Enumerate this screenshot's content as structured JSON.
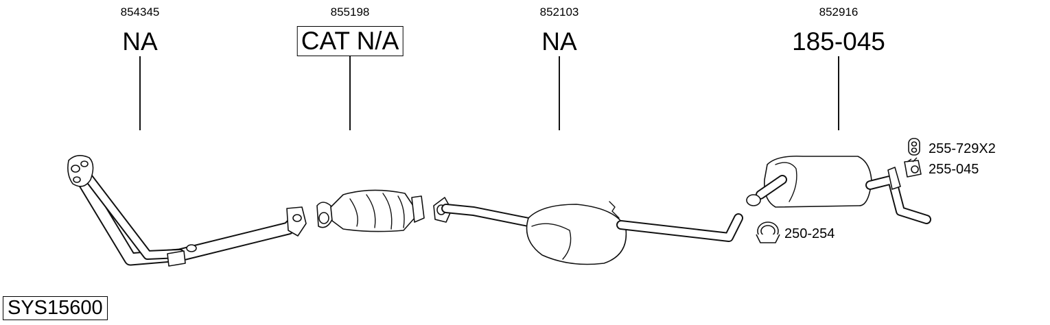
{
  "diagram": {
    "parts": [
      {
        "oe_number": "854345",
        "code": "NA",
        "boxed": false
      },
      {
        "oe_number": "855198",
        "code": "CAT N/A",
        "boxed": true
      },
      {
        "oe_number": "852103",
        "code": "NA",
        "boxed": false
      },
      {
        "oe_number": "852916",
        "code": "185-045",
        "boxed": false
      }
    ],
    "accessories": [
      {
        "code": "255-729X2",
        "icon": "rubber-hanger-icon"
      },
      {
        "code": "255-045",
        "icon": "mounting-kit-icon"
      },
      {
        "code": "250-254",
        "icon": "pipe-clamp-icon"
      }
    ],
    "system_code": "SYS15600"
  }
}
